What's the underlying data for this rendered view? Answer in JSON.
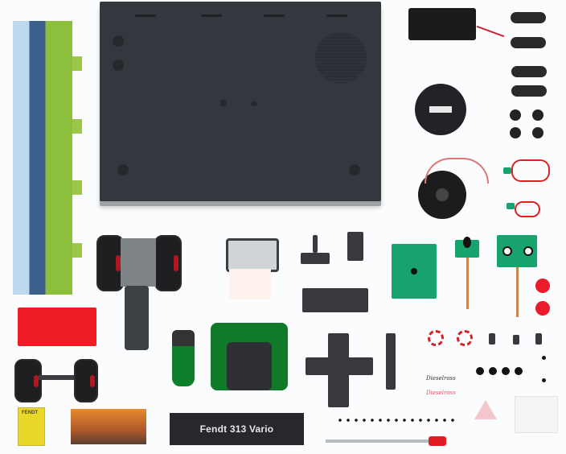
{
  "image": {
    "subject": "Fendt 313 Vario model tractor kit parts laid out flat",
    "background_color": "#fbfcfd"
  },
  "nameplate": {
    "text": "Fendt 313 Vario",
    "background": "#27282c",
    "text_color": "#e7e7e7"
  },
  "booklet": {
    "cover_text": "FENDT",
    "color": "#e9d72a"
  },
  "decals": {
    "script_dark": "Dieselross",
    "script_red": "Dieselross"
  },
  "colors": {
    "fendt_green": "#0f7a28",
    "pcb_green": "#17a36e",
    "base_gray": "#34373d",
    "accent_red": "#ee1c25"
  },
  "parts": [
    {
      "name": "display-base",
      "color": "#34373d"
    },
    {
      "name": "landscape-backdrop-panel"
    },
    {
      "name": "battery-holder"
    },
    {
      "name": "buzzer-housing"
    },
    {
      "name": "speaker"
    },
    {
      "name": "rear-axle-with-wheels"
    },
    {
      "name": "front-axle-with-wheels"
    },
    {
      "name": "cab"
    },
    {
      "name": "hood"
    },
    {
      "name": "fenders-and-engine"
    },
    {
      "name": "circuit-boards",
      "count": 3
    },
    {
      "name": "red-push-buttons",
      "count": 2
    },
    {
      "name": "red-cloth"
    },
    {
      "name": "screwdriver"
    },
    {
      "name": "info-card"
    },
    {
      "name": "nameplate"
    }
  ]
}
